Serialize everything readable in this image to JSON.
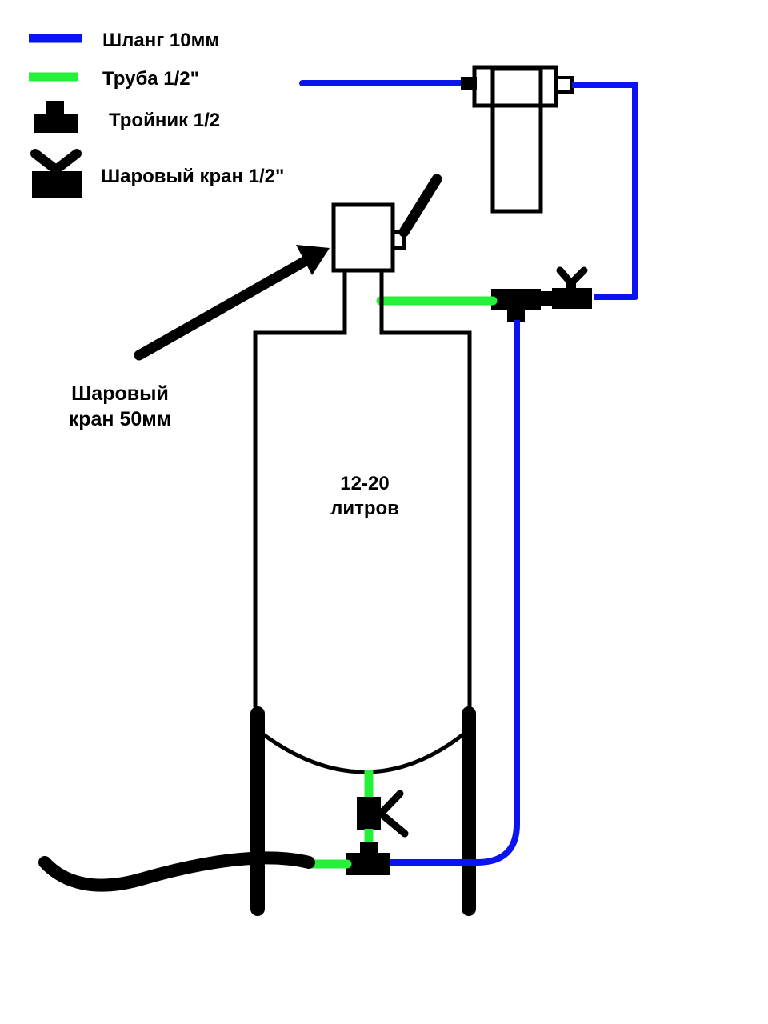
{
  "colors": {
    "hose": "#0a14f0",
    "pipe": "#26f03a",
    "outline": "#000000",
    "drain_hose": "#000000"
  },
  "legend": {
    "hose_label": "Шланг 10мм",
    "pipe_label": "Труба 1/2\"",
    "tee_label": "Тройник 1/2",
    "valve_label": "Шаровый кран 1/2\""
  },
  "annotations": {
    "main_valve_line1": "Шаровый",
    "main_valve_line2": "кран 50мм",
    "volume_line1": "12-20",
    "volume_line2": "литров"
  }
}
